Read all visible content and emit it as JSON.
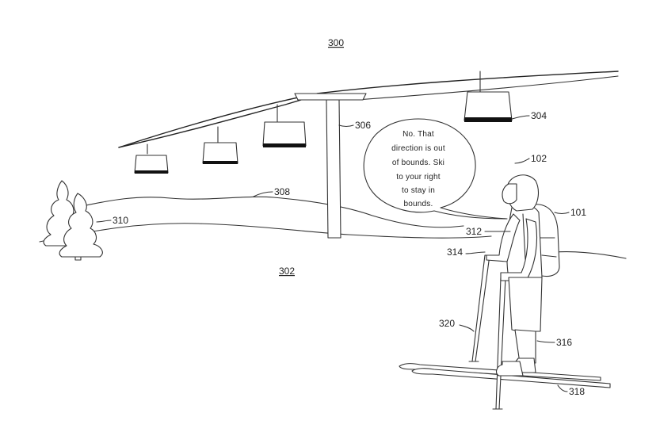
{
  "figure": {
    "labels": {
      "figure_number": "300",
      "ground": "302",
      "chair_front": "304",
      "lift_tower": "306",
      "ridge": "308",
      "trees": "310",
      "face_direction": "312",
      "hand": "314",
      "legs": "316",
      "skis": "318",
      "pole": "320",
      "head": "102",
      "backpack": "101"
    },
    "speech_bubble": {
      "lines": [
        "No. That",
        "direction is out",
        "of bounds. Ski",
        "to your right",
        "to stay in",
        "bounds."
      ]
    }
  }
}
